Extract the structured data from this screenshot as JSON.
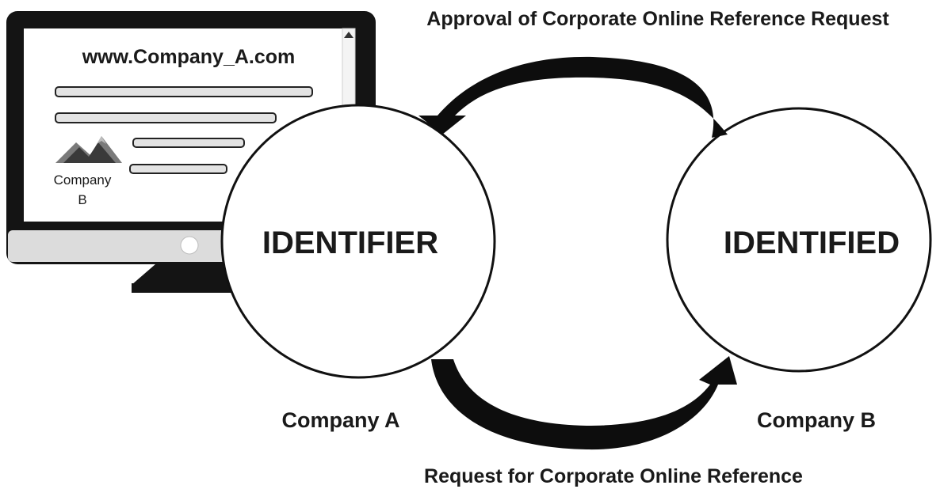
{
  "arrows": {
    "top_label": "Approval of Corporate Online Reference Request",
    "bottom_label": "Request for Corporate Online Reference"
  },
  "identifier": {
    "title": "IDENTIFIER",
    "caption": "Company A"
  },
  "identified": {
    "title": "IDENTIFIED",
    "caption": "Company B"
  },
  "monitor": {
    "url": "www.Company_A.com",
    "logo_line1": "Company",
    "logo_line2": "B"
  },
  "colors": {
    "ink": "#111111",
    "screen_frame": "#141414",
    "bezel": "#dcdcdc",
    "bar_fill": "#e3e3e3",
    "mountain_dark": "#3a3a3a",
    "mountain_light": "#7a7a7a"
  },
  "icons": [
    "up-arrow-scroll-icon",
    "mountain-logo-icon",
    "power-button-icon"
  ]
}
